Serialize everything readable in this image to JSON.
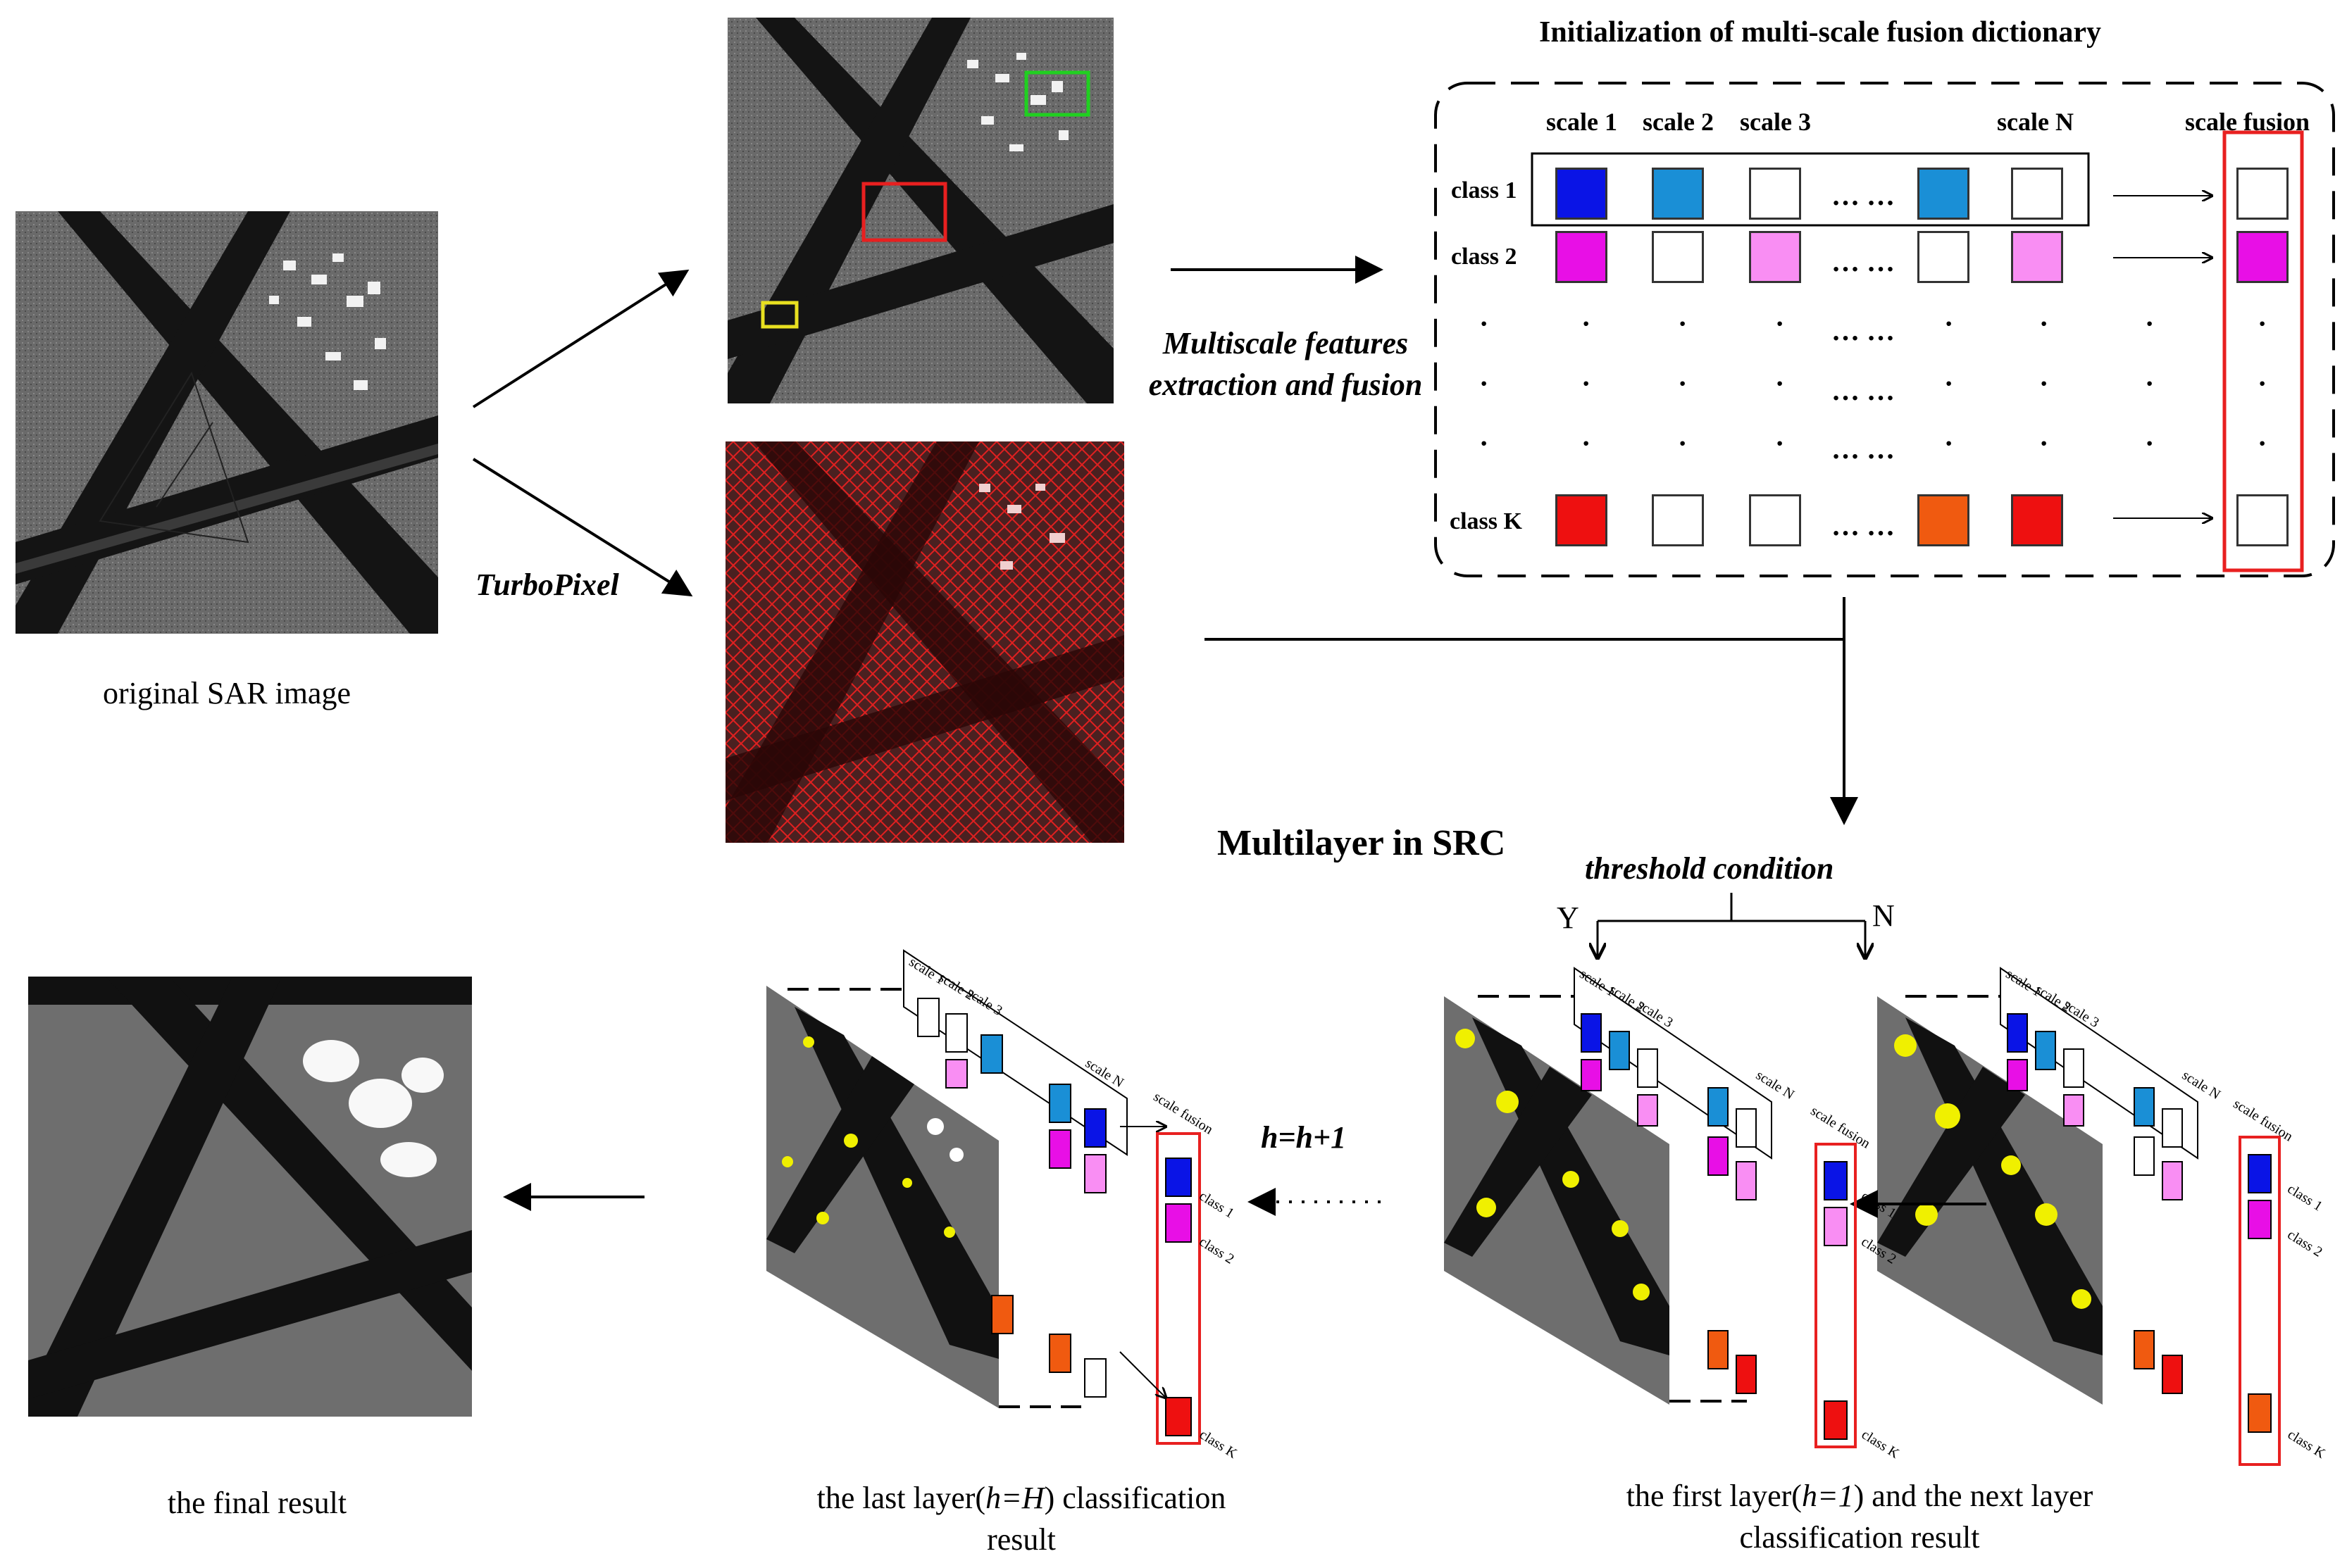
{
  "captions": {
    "original": "original SAR image",
    "final": "the final result",
    "last_layer": "the last layer(h=H) classification result",
    "last_layer_parts": [
      "the last layer(",
      "h=H",
      ") classification",
      "result"
    ],
    "first_layer_parts": [
      "the first layer(",
      "h=1",
      ") and the next layer",
      "classification result"
    ]
  },
  "labels": {
    "turbopixel": "TurboPixel",
    "multiscale_line1": "Multiscale features",
    "multiscale_line2": "extraction and fusion",
    "dictionary_title": "Initialization of multi-scale fusion dictionary",
    "multilayer_title": "Multilayer in SRC",
    "threshold": "threshold condition",
    "yes": "Y",
    "no": "N",
    "h_update": "h=h+1"
  },
  "dictionary": {
    "scale_headers": [
      "scale 1",
      "scale 2",
      "scale 3",
      "scale N"
    ],
    "fusion_header": "scale fusion",
    "ellipsis": "… …",
    "dot": "·",
    "classes": [
      {
        "label": "class 1",
        "colors": [
          "#0a14e6",
          "#1a8fd6",
          "#ffffff",
          "#1a8fd6",
          "#ffffff"
        ],
        "fusion": "#ffffff"
      },
      {
        "label": "class 2",
        "colors": [
          "#e80fe6",
          "#ffffff",
          "#f98ef3",
          "#ffffff",
          "#f98ef3"
        ],
        "fusion": "#e80fe6"
      },
      {
        "label": "class K",
        "colors": [
          "#ee1010",
          "#ffffff",
          "#ffffff",
          "#f05a10",
          "#ee1010"
        ],
        "fusion": "#ffffff"
      }
    ]
  },
  "mini_dict": {
    "scale_headers": [
      "scale 1",
      "scale 2",
      "scale 3",
      "scale N"
    ],
    "fusion_header": "scale fusion",
    "class_labels": [
      "class 1",
      "class 2",
      "class K"
    ]
  },
  "colors": {
    "red_frame": "#e82020",
    "sar_dark": "#1e1e1e",
    "class_gray": "#6e6e6e",
    "yellow": "#f0f000"
  }
}
